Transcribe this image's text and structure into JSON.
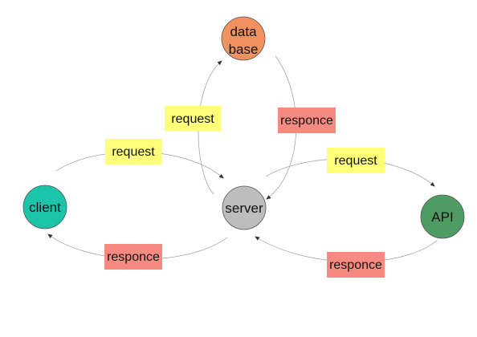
{
  "colors": {
    "database": "#f0915f",
    "server": "#bdbdbd",
    "client": "#1cc4aa",
    "api": "#4e9b64",
    "request_tag": "#ffff7a",
    "response_tag": "#f78a80",
    "edge": "#9a9a9a"
  },
  "nodes": {
    "database": {
      "line1": "data",
      "line2": "base"
    },
    "server": {
      "label": "server"
    },
    "client": {
      "label": "client"
    },
    "api": {
      "label": "API"
    }
  },
  "edges": {
    "server_to_database": {
      "label": "request"
    },
    "database_to_server": {
      "label": "responce"
    },
    "client_to_server": {
      "label": "request"
    },
    "server_to_client": {
      "label": "responce"
    },
    "server_to_api": {
      "label": "request"
    },
    "api_to_server": {
      "label": "responce"
    }
  }
}
